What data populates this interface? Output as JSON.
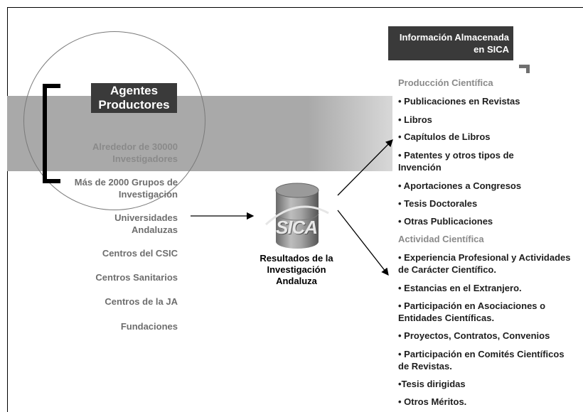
{
  "agents_label": [
    "Agentes",
    "Productores"
  ],
  "info_label": [
    "Información Almacenada",
    "en SICA"
  ],
  "center": {
    "logo_text": "SICA",
    "label": [
      "Resultados de la",
      "Investigación",
      "Andaluza"
    ]
  },
  "agents": [
    [
      "Alrededor de 30000",
      "Investigadores"
    ],
    [
      "Más de 2000 Grupos de",
      "Investigación"
    ],
    [
      "Universidades",
      "Andaluzas"
    ],
    [
      "Centros del CSIC"
    ],
    [
      "Centros Sanitarios"
    ],
    [
      "Centros de la JA"
    ],
    [
      "Fundaciones"
    ]
  ],
  "categories": {
    "produccion": {
      "title": "Producción Científica",
      "items": [
        [
          "• Publicaciones en Revistas"
        ],
        [
          "• Libros"
        ],
        [
          "• Capítulos de Libros"
        ],
        [
          "• Patentes y otros tipos de",
          "Invención"
        ],
        [
          "• Aportaciones a Congresos"
        ],
        [
          "• Tesis Doctorales"
        ],
        [
          "• Otras Publicaciones"
        ]
      ]
    },
    "actividad": {
      "title": "Actividad Científica",
      "items": [
        [
          "• Experiencia Profesional y Actividades",
          "de Carácter Científico."
        ],
        [
          "• Estancias en el Extranjero."
        ],
        [
          "• Participación en Asociaciones o",
          "Entidades Científicas."
        ],
        [
          "• Proyectos, Contratos, Convenios"
        ],
        [
          "• Participación en Comités Científicos",
          "de Revistas."
        ],
        [
          "•Tesis dirigidas"
        ],
        [
          "• Otros Méritos."
        ]
      ]
    }
  }
}
